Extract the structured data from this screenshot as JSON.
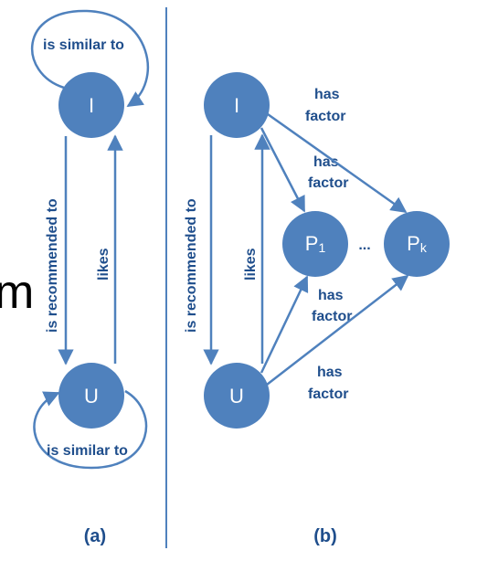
{
  "panel_a": {
    "caption": "(a)",
    "node_i": "I",
    "node_u": "U",
    "loop_top_label": "is similar to",
    "loop_bottom_label": "is similar to",
    "edge_down_label": "is recommended to",
    "edge_up_label": "likes"
  },
  "panel_b": {
    "caption": "(b)",
    "node_i": "I",
    "node_u": "U",
    "node_p1": "P",
    "node_p1_sub": "1",
    "node_pk": "P",
    "node_pk_sub": "k",
    "ellipsis": "...",
    "edge_down_label": "is recommended to",
    "edge_up_label": "likes",
    "factor_word1": "has",
    "factor_word2": "factor"
  },
  "left_fragment": "m",
  "colors": {
    "node": "#4f81bd",
    "label": "#1f4e8c"
  }
}
